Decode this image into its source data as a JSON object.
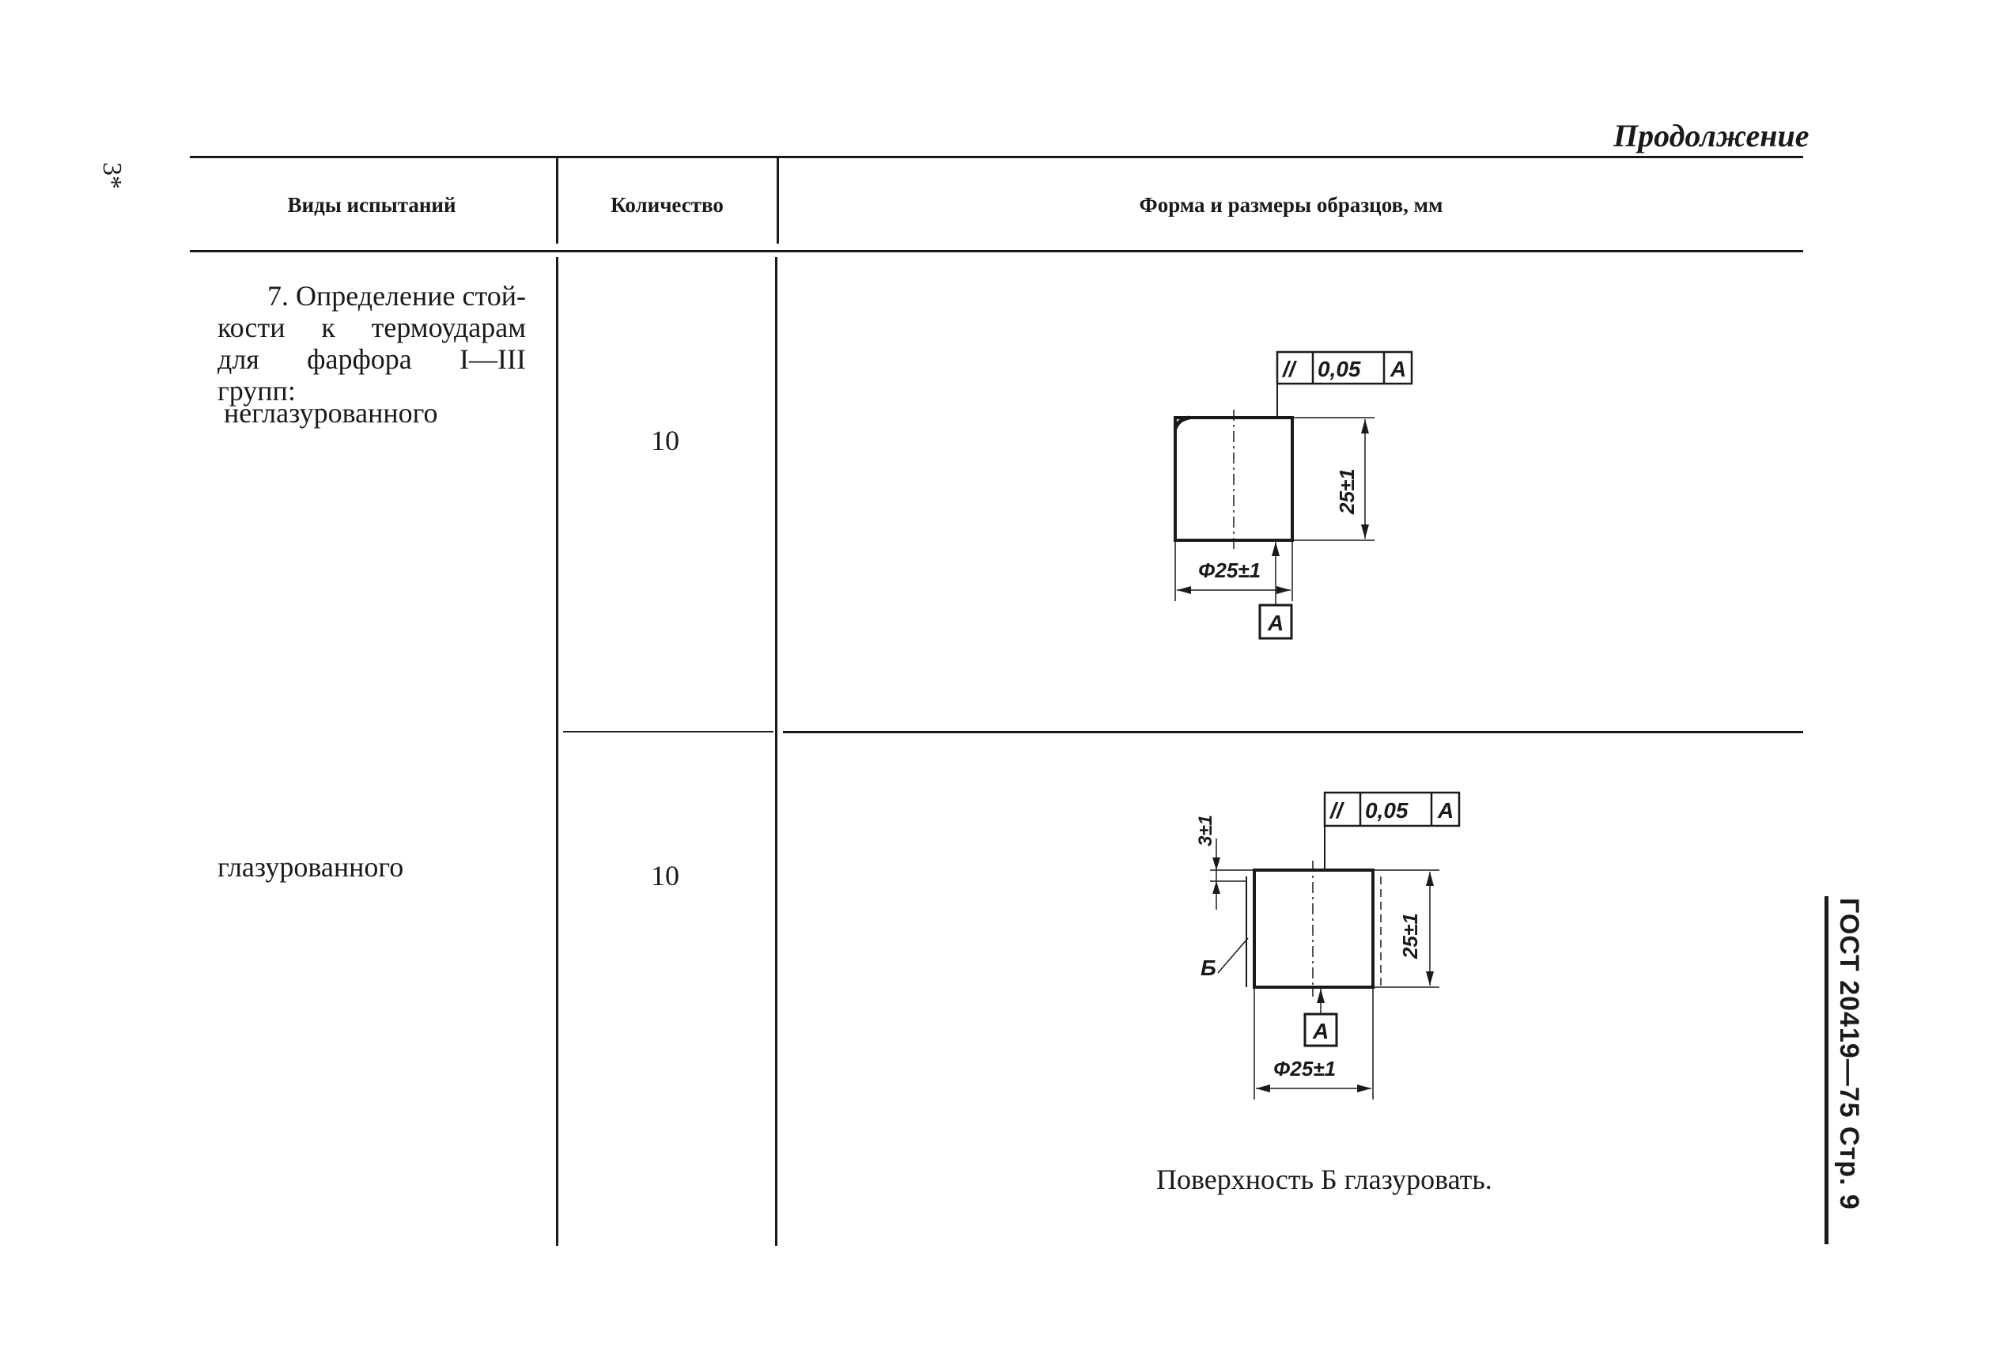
{
  "page": {
    "continued_label": "Продолжение",
    "side_mark": "3*",
    "gost_sidebar": "ГОСТ 20419—75 Стр. 9"
  },
  "table": {
    "headers": {
      "test_types": "Виды испытаний",
      "quantity": "Количество",
      "shape_size": "Форма и размеры образцов, мм"
    },
    "rows": [
      {
        "test_lines": [
          "7. Определение стой-",
          "кости к термоударам",
          "для фарфора I—III",
          "групп:"
        ],
        "subtype": "неглазурованного",
        "quantity": "10"
      },
      {
        "subtype": "глазурованного",
        "quantity": "10",
        "note": "Поверхность Б глазуровать."
      }
    ]
  },
  "drawings": {
    "unglazed": {
      "tolerance_symbol": "//",
      "tolerance_value": "0,05",
      "datum_ref": "A",
      "height_dim": "25±1",
      "diameter_dim": "Φ25±1",
      "datum_label": "A"
    },
    "glazed": {
      "tolerance_symbol": "//",
      "tolerance_value": "0,05",
      "datum_ref": "A",
      "height_dim": "25±1",
      "glaze_dim": "3±1",
      "surface_label": "Б",
      "datum_label": "A",
      "diameter_dim": "Φ25±1"
    }
  }
}
